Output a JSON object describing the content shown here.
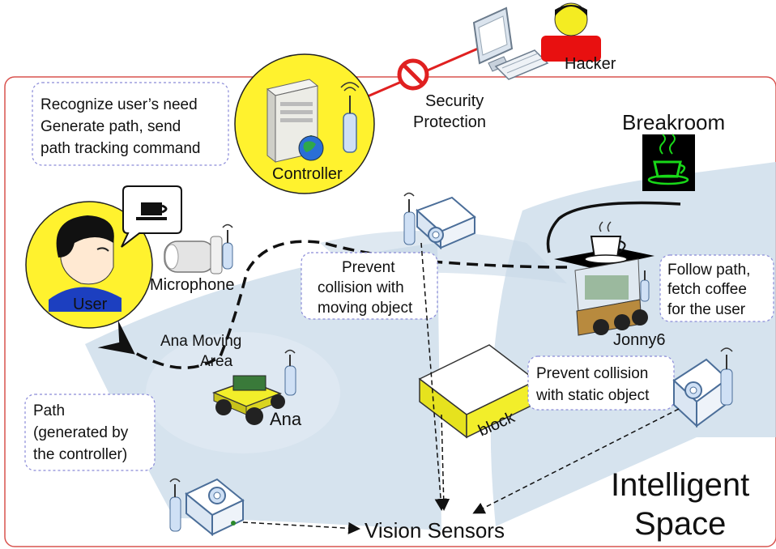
{
  "labels": {
    "hacker": "Hacker",
    "security_1": "Security",
    "security_2": "Protection",
    "controller": "Controller",
    "breakroom": "Breakroom",
    "user": "User",
    "microphone": "Microphone",
    "ana_area_1": "Ana Moving",
    "ana_area_2": "Area",
    "ana": "Ana",
    "jonny6": "Jonny6",
    "block": "block",
    "vision_sensors": "Vision Sensors",
    "intelligent": "Intelligent",
    "space": "Space"
  },
  "notes": {
    "controller_1": "Recognize user’s need",
    "controller_2": "Generate path, send",
    "controller_3": "path tracking command",
    "moving_1": "Prevent",
    "moving_2": "collision with",
    "moving_3": "moving object",
    "follow_1": "Follow path,",
    "follow_2": "fetch coffee",
    "follow_3": "for the user",
    "static_1": "Prevent collision",
    "static_2": "with static object",
    "path_1": "Path",
    "path_2": "(generated by",
    "path_3": "the controller)"
  },
  "colors": {
    "space_border": "#d9534f",
    "highlight_yellow": "#fff22e",
    "area_fill": "#c8d9e8",
    "sign_green": "#18d818",
    "block_yellow": "#f2ee2a"
  }
}
